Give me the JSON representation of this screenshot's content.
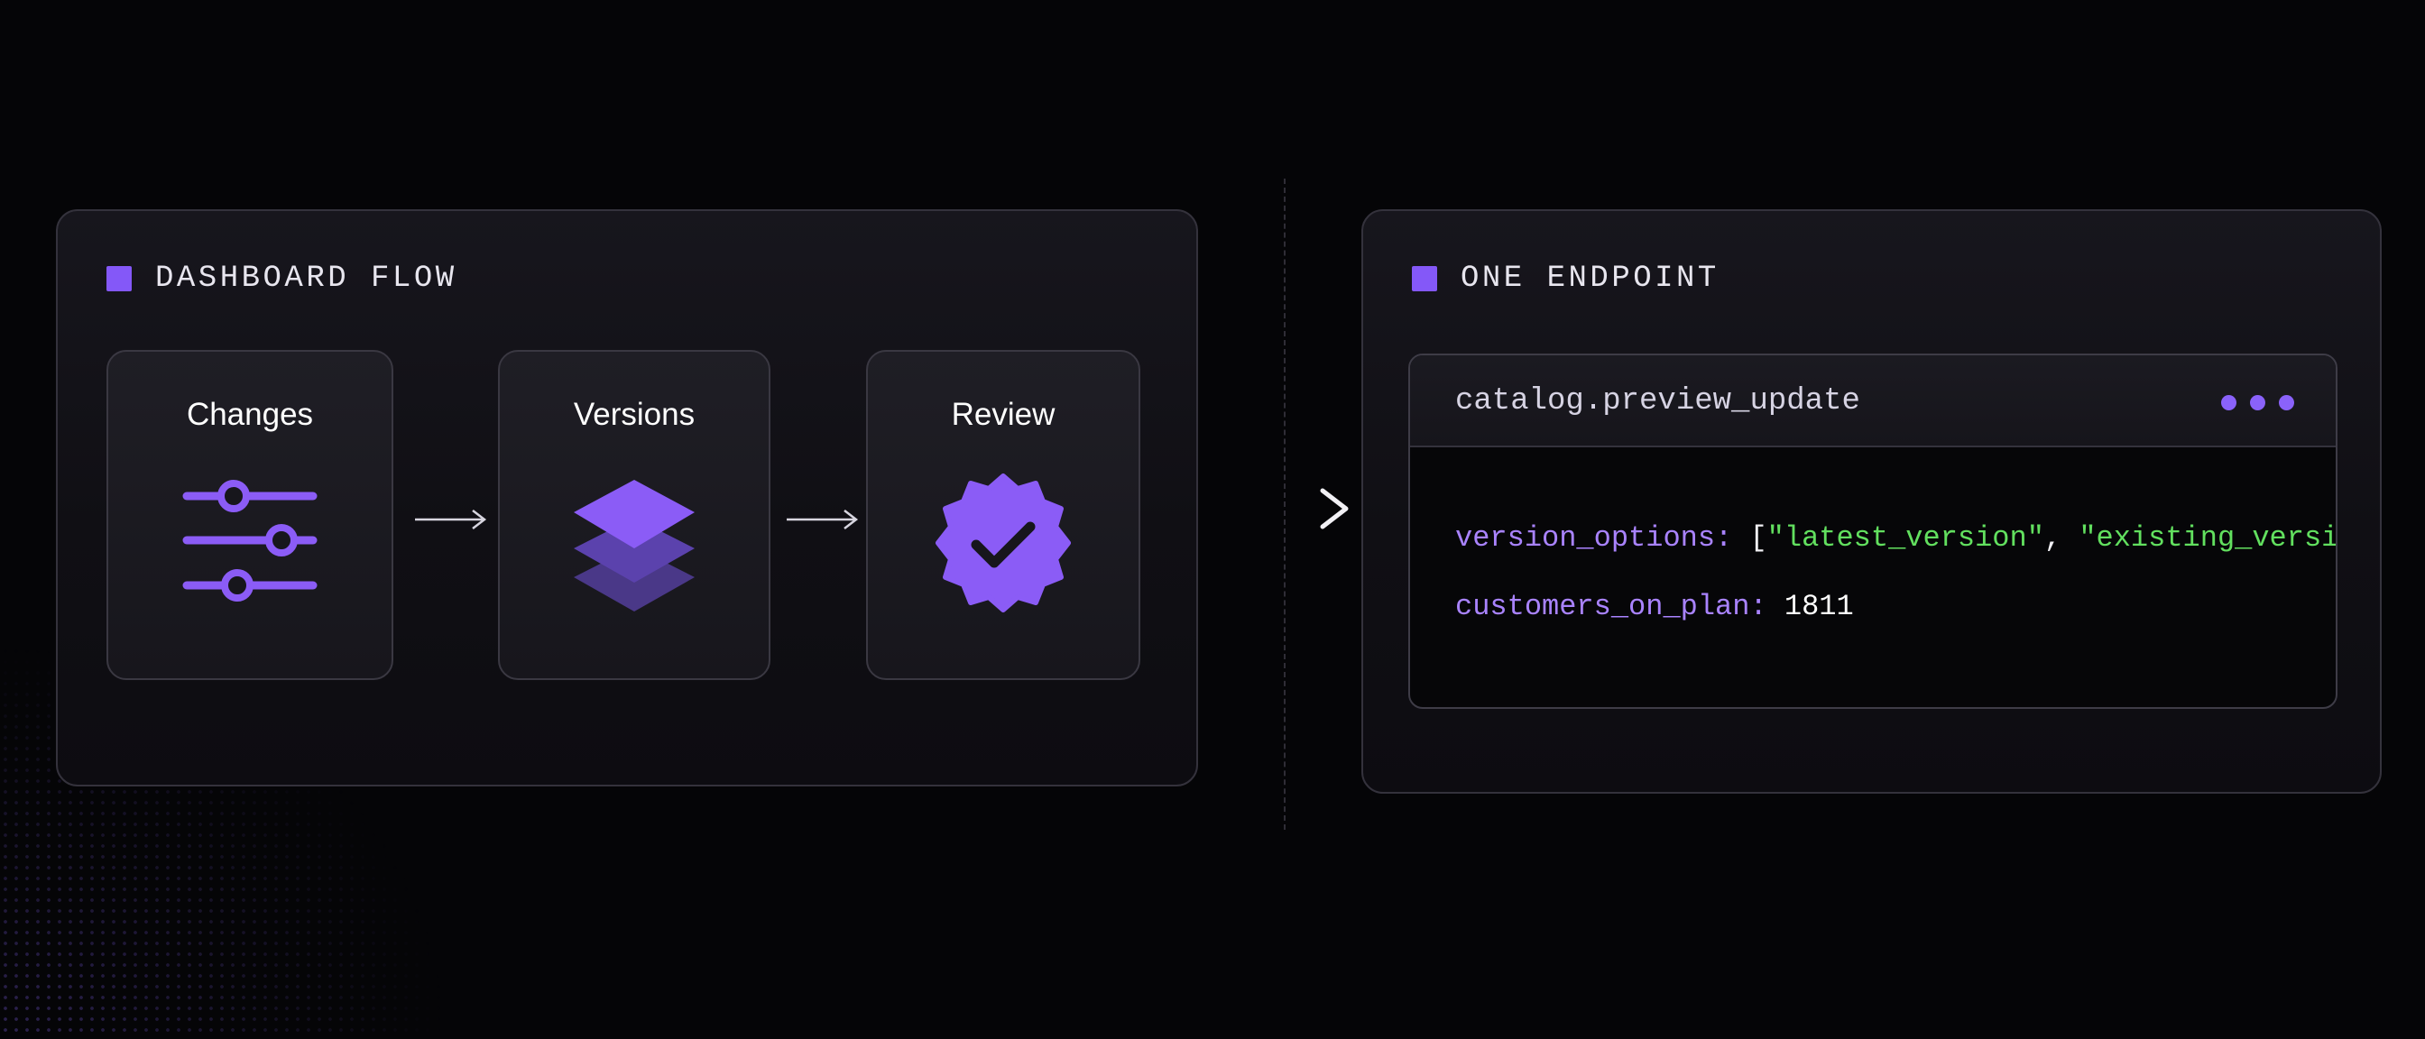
{
  "dashboard_flow": {
    "title": "DASHBOARD FLOW",
    "steps": [
      {
        "label": "Changes",
        "icon": "sliders-icon"
      },
      {
        "label": "Versions",
        "icon": "layers-icon"
      },
      {
        "label": "Review",
        "icon": "verified-badge-icon"
      }
    ]
  },
  "one_endpoint": {
    "title": "ONE ENDPOINT",
    "endpoint_name": "catalog.preview_update",
    "menu_icon": "more-dots-icon",
    "fields": {
      "version_options_key": "version_options:",
      "version_options_values": [
        "\"latest_version\"",
        "\"existing_version\""
      ],
      "customers_on_plan_key": "customers_on_plan:",
      "customers_on_plan_value": "1811"
    }
  },
  "colors": {
    "accent": "#8458f8",
    "key_text": "#a983ff",
    "string_text": "#62e05f",
    "background": "#050507"
  }
}
